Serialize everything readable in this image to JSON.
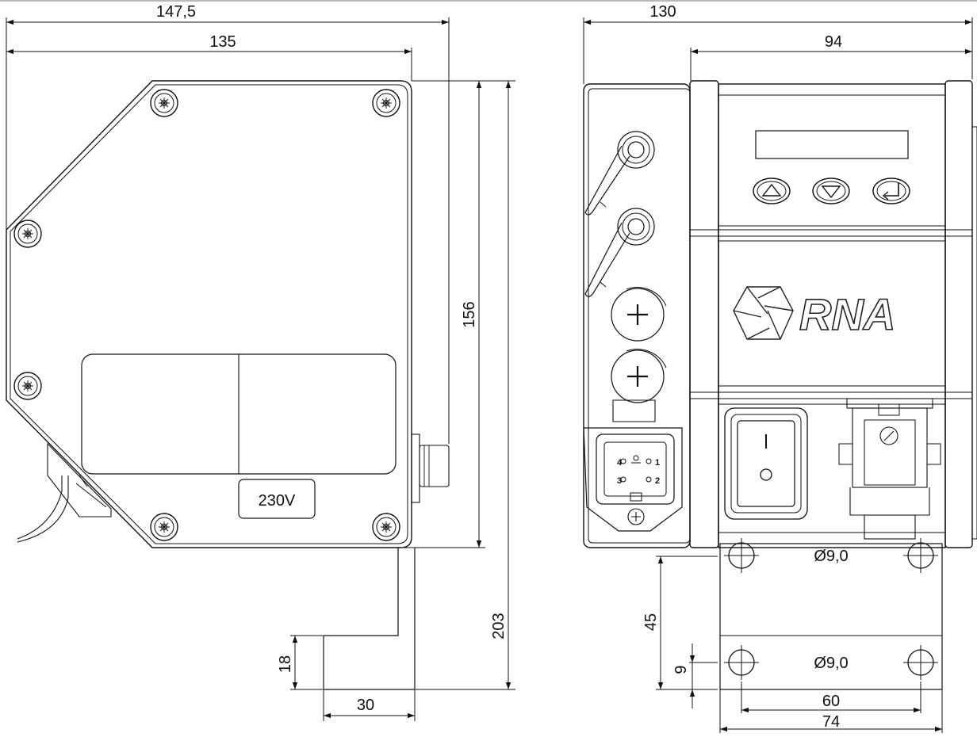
{
  "left_view": {
    "dimensions": {
      "overall_width": "147,5",
      "body_width": "135",
      "body_height": "156",
      "overall_height": "203",
      "bracket_height": "18",
      "bracket_width": "30"
    },
    "voltage_label": "230V"
  },
  "right_view": {
    "dimensions": {
      "overall_width": "130",
      "housing_width": "94",
      "hole_spacing_vertical": "45",
      "hole_offset": "9",
      "hole_spacing_horizontal": "60",
      "plate_width": "74"
    },
    "hole_labels": {
      "top": "Ø9,0",
      "bottom": "Ø9,0"
    },
    "brand": "RNA",
    "connector_pins": [
      "4",
      "1",
      "3",
      "2"
    ],
    "icons": [
      "up-arrow-icon",
      "down-arrow-icon",
      "enter-icon"
    ],
    "colors": {
      "line": "#111111",
      "panel": "#ffffff",
      "brand_stroke": "#222222"
    }
  }
}
